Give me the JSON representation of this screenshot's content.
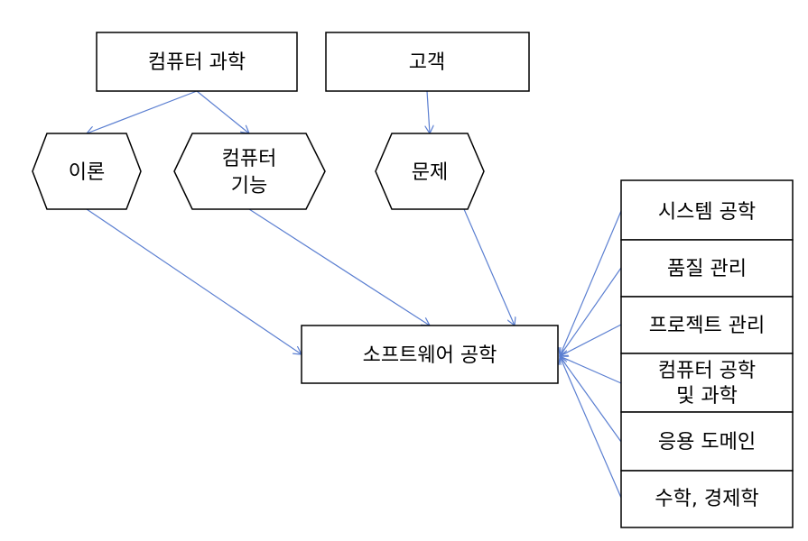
{
  "nodes": {
    "computer_science": "컴퓨터 과학",
    "customer": "고객",
    "theory": "이론",
    "computer_function": [
      "컴퓨터",
      "기능"
    ],
    "problem": "문제",
    "software_engineering": "소프트웨어 공학",
    "systems_engineering": "시스템 공학",
    "quality_management": "품질 관리",
    "project_management": "프로젝트 관리",
    "cs_and_ce": [
      "컴퓨터 공학",
      "및 과학"
    ],
    "application_domain": "응용 도메인",
    "math_economics": "수학, 경제학"
  },
  "colors": {
    "arrow": "#5b7fd1",
    "border": "#000000",
    "background": "#ffffff"
  }
}
